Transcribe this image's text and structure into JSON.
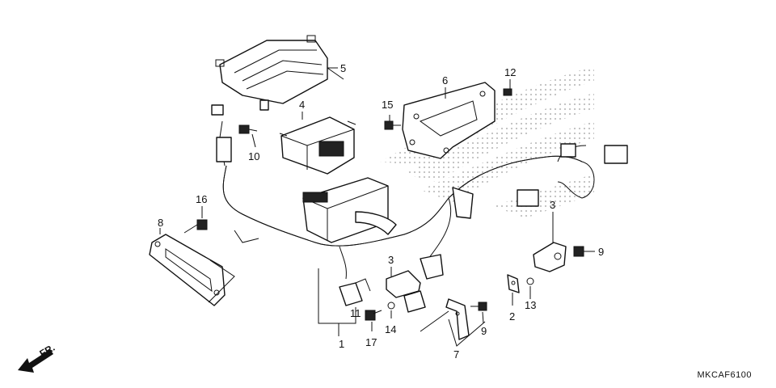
{
  "callouts": [
    "1",
    "2",
    "3",
    "3",
    "4",
    "5",
    "6",
    "7",
    "8",
    "9",
    "9",
    "10",
    "11",
    "12",
    "13",
    "14",
    "15",
    "16",
    "17"
  ],
  "catalog_code": "MKCAF6100",
  "direction_label": "FR."
}
